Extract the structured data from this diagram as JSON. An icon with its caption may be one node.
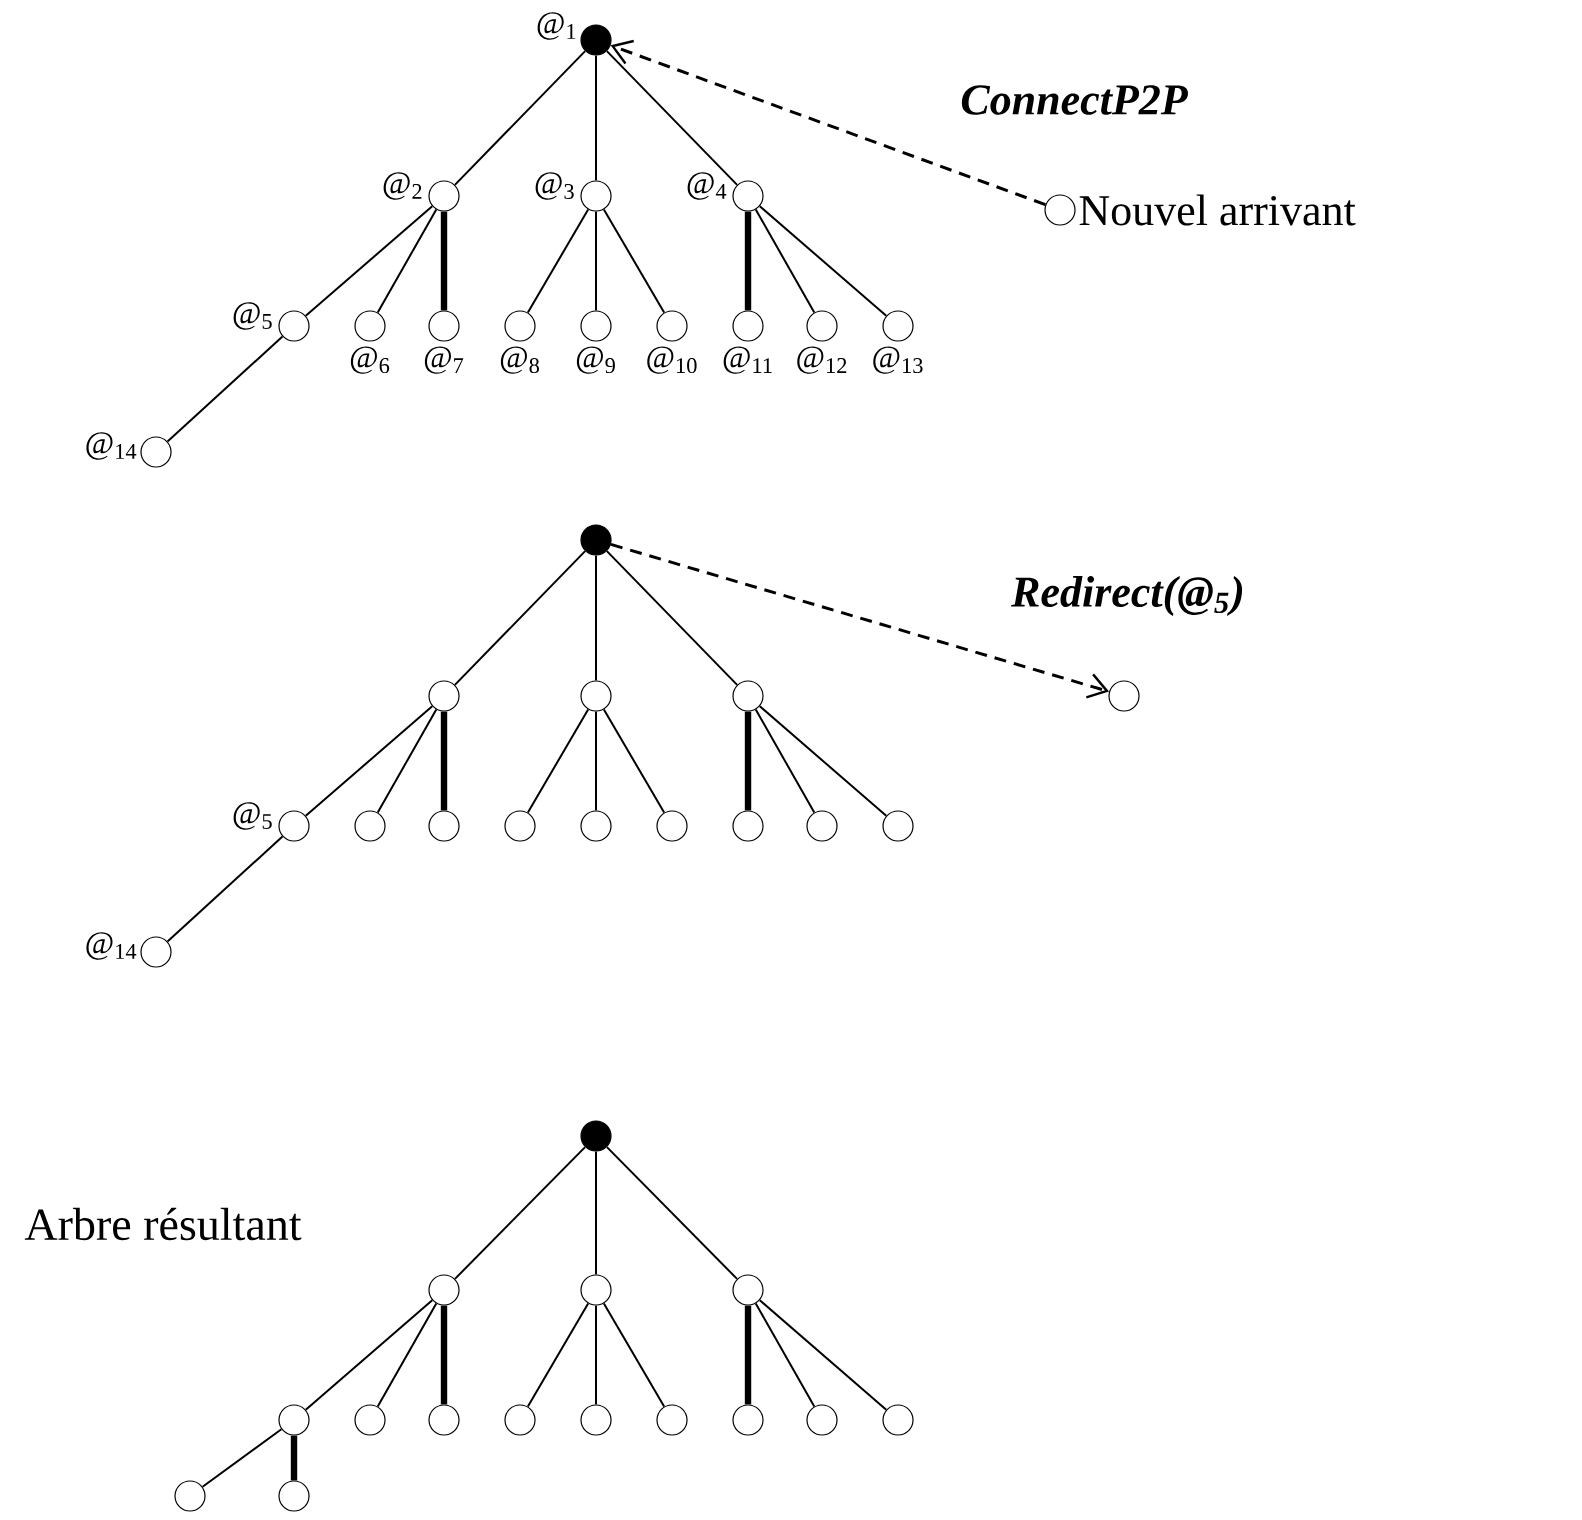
{
  "diagram": {
    "nodes": [
      {
        "text": [],
        "shape": "circle",
        "beside": [
          "@$_{1}$"
        ]
      },
      {
        "text": [],
        "shape": "circle",
        "beside": [
          "@$_{2}$"
        ]
      },
      {
        "text": [],
        "shape": "circle",
        "beside": [
          "@$_{3}$"
        ]
      },
      {
        "text": [],
        "shape": "circle",
        "beside": [
          "@$_{4}$"
        ]
      },
      {
        "text": [],
        "shape": "circle",
        "beside": [
          "@$_{5}$"
        ]
      },
      {
        "text": [],
        "shape": "circle",
        "beside": [
          "@$_{6}$"
        ]
      },
      {
        "text": [],
        "shape": "circle",
        "beside": [
          "@$_{7}$"
        ]
      },
      {
        "text": [],
        "shape": "circle",
        "beside": [
          "@$_{8}$"
        ]
      },
      {
        "text": [],
        "shape": "circle",
        "beside": [
          "@$_{9}$"
        ]
      },
      {
        "text": [],
        "shape": "circle",
        "beside": [
          "@$_{10}$"
        ]
      },
      {
        "text": [],
        "shape": "circle",
        "beside": [
          "@$_{11}$"
        ]
      },
      {
        "text": [],
        "shape": "circle",
        "beside": [
          "@$_{12}$"
        ]
      },
      {
        "text": [],
        "shape": "circle",
        "beside": [
          "@$_{13}$"
        ]
      },
      {
        "text": [],
        "shape": "circle",
        "beside": [
          "@$_{14}$"
        ]
      },
      {
        "text": [],
        "shape": "circle",
        "beside": [
          "Nouvel arrivant"
        ]
      },
      {
        "text": [],
        "shape": "circle"
      },
      {
        "text": [],
        "shape": "circle"
      },
      {
        "text": [],
        "shape": "circle"
      },
      {
        "text": [],
        "shape": "circle"
      },
      {
        "text": [],
        "shape": "circle",
        "beside": [
          "@$_{5}$"
        ]
      },
      {
        "text": [],
        "shape": "circle"
      },
      {
        "text": [],
        "shape": "circle"
      },
      {
        "text": [],
        "shape": "circle"
      },
      {
        "text": [],
        "shape": "circle"
      },
      {
        "text": [],
        "shape": "circle"
      },
      {
        "text": [],
        "shape": "circle"
      },
      {
        "text": [],
        "shape": "circle"
      },
      {
        "text": [],
        "shape": "circle"
      },
      {
        "text": [],
        "shape": "circle",
        "beside": [
          "@$_{14}$"
        ]
      },
      {
        "text": [],
        "shape": "circle"
      },
      {
        "text": [],
        "shape": "circle"
      },
      {
        "text": [],
        "shape": "circle"
      },
      {
        "text": [],
        "shape": "circle"
      },
      {
        "text": [],
        "shape": "circle"
      },
      {
        "text": [],
        "shape": "circle"
      },
      {
        "text": [],
        "shape": "circle"
      },
      {
        "text": [],
        "shape": "circle"
      },
      {
        "text": [],
        "shape": "circle"
      },
      {
        "text": [],
        "shape": "circle"
      },
      {
        "text": [],
        "shape": "circle"
      },
      {
        "text": [],
        "shape": "circle"
      },
      {
        "text": [],
        "shape": "circle"
      },
      {
        "text": [],
        "shape": "circle"
      },
      {
        "text": [],
        "shape": "circle"
      },
      {
        "text": [],
        "shape": "circle"
      }
    ],
    "edges": [
      {
        "from": 0,
        "to": 1,
        "arrow": "none"
      },
      {
        "from": 0,
        "to": 2,
        "arrow": "none"
      },
      {
        "from": 0,
        "to": 3,
        "arrow": "none"
      },
      {
        "from": 1,
        "to": 4,
        "arrow": "none"
      },
      {
        "from": 1,
        "to": 5,
        "arrow": "none"
      },
      {
        "from": 1,
        "to": 6,
        "arrow": "none",
        "style": "thick"
      },
      {
        "from": 2,
        "to": 7,
        "arrow": "none"
      },
      {
        "from": 2,
        "to": 8,
        "arrow": "none"
      },
      {
        "from": 2,
        "to": 9,
        "arrow": "none"
      },
      {
        "from": 3,
        "to": 10,
        "arrow": "none",
        "style": "thick"
      },
      {
        "from": 3,
        "to": 11,
        "arrow": "none"
      },
      {
        "from": 3,
        "to": 12,
        "arrow": "none"
      },
      {
        "from": 4,
        "to": 13,
        "arrow": "none"
      },
      {
        "from": 14,
        "to": 0,
        "arrow": "to",
        "style": "dashed",
        "label": "ConnectP2P"
      },
      {
        "from": 15,
        "to": 16,
        "arrow": "none"
      },
      {
        "from": 15,
        "to": 17,
        "arrow": "none"
      },
      {
        "from": 15,
        "to": 18,
        "arrow": "none"
      },
      {
        "from": 16,
        "to": 19,
        "arrow": "none"
      },
      {
        "from": 16,
        "to": 20,
        "arrow": "none"
      },
      {
        "from": 16,
        "to": 21,
        "arrow": "none",
        "style": "thick"
      },
      {
        "from": 17,
        "to": 22,
        "arrow": "none"
      },
      {
        "from": 17,
        "to": 23,
        "arrow": "none"
      },
      {
        "from": 17,
        "to": 24,
        "arrow": "none"
      },
      {
        "from": 18,
        "to": 25,
        "arrow": "none",
        "style": "thick"
      },
      {
        "from": 18,
        "to": 26,
        "arrow": "none"
      },
      {
        "from": 18,
        "to": 27,
        "arrow": "none"
      },
      {
        "from": 19,
        "to": 28,
        "arrow": "none"
      },
      {
        "from": 15,
        "to": 29,
        "arrow": "to",
        "style": "dashed",
        "label": "Redirect(@$_{5}$)"
      },
      {
        "from": 30,
        "to": 31,
        "arrow": "none"
      },
      {
        "from": 30,
        "to": 32,
        "arrow": "none"
      },
      {
        "from": 30,
        "to": 33,
        "arrow": "none"
      },
      {
        "from": 31,
        "to": 34,
        "arrow": "none"
      },
      {
        "from": 31,
        "to": 35,
        "arrow": "none"
      },
      {
        "from": 31,
        "to": 36,
        "arrow": "none",
        "style": "thick"
      },
      {
        "from": 32,
        "to": 37,
        "arrow": "none"
      },
      {
        "from": 32,
        "to": 38,
        "arrow": "none"
      },
      {
        "from": 32,
        "to": 39,
        "arrow": "none"
      },
      {
        "from": 33,
        "to": 40,
        "arrow": "none",
        "style": "thick"
      },
      {
        "from": 33,
        "to": 41,
        "arrow": "none"
      },
      {
        "from": 33,
        "to": 42,
        "arrow": "none"
      },
      {
        "from": 34,
        "to": 43,
        "arrow": "none"
      },
      {
        "from": 34,
        "to": 44,
        "arrow": "none",
        "style": "thick"
      }
    ],
    "labels": [
      "Arbre résultant"
    ]
  }
}
